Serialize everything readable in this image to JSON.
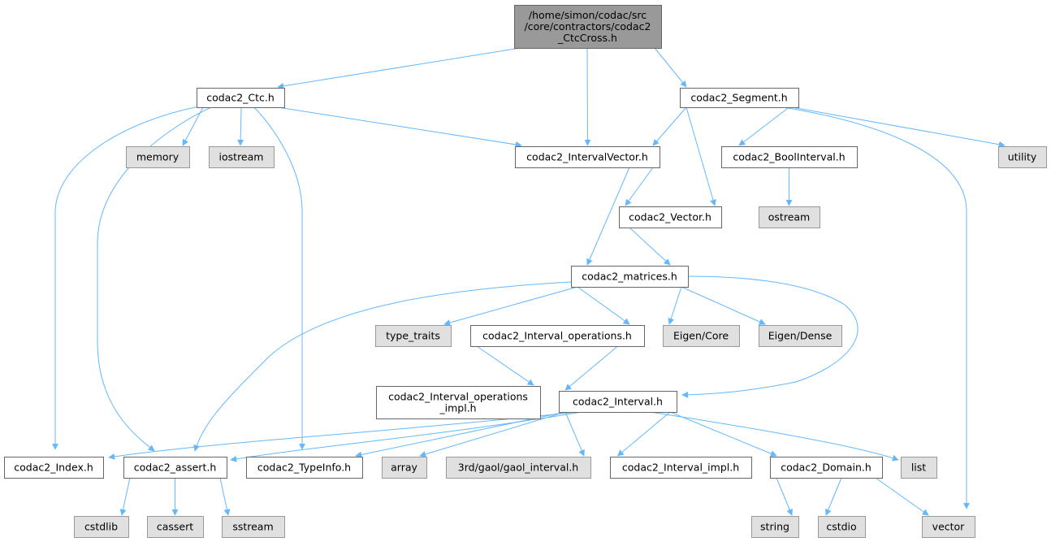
{
  "colors": {
    "focus_fill": "#999999",
    "focus_border": "#666666",
    "internal_fill": "#ffffff",
    "internal_border": "#666666",
    "external_fill": "#e0e0e0",
    "external_border": "#999999",
    "edge": "#63b8ff"
  },
  "nodes": [
    {
      "id": "root",
      "kind": "focus",
      "lines": [
        "/home/simon/codac/src",
        "/core/contractors/codac2",
        "_CtcCross.h"
      ]
    },
    {
      "id": "ctc",
      "kind": "internal",
      "lines": [
        "codac2_Ctc.h"
      ]
    },
    {
      "id": "segment",
      "kind": "internal",
      "lines": [
        "codac2_Segment.h"
      ]
    },
    {
      "id": "memory",
      "kind": "external",
      "lines": [
        "memory"
      ]
    },
    {
      "id": "iostream",
      "kind": "external",
      "lines": [
        "iostream"
      ]
    },
    {
      "id": "intervalvector",
      "kind": "internal",
      "lines": [
        "codac2_IntervalVector.h"
      ]
    },
    {
      "id": "boolinterval",
      "kind": "internal",
      "lines": [
        "codac2_BoolInterval.h"
      ]
    },
    {
      "id": "utility",
      "kind": "external",
      "lines": [
        "utility"
      ]
    },
    {
      "id": "ostream",
      "kind": "external",
      "lines": [
        "ostream"
      ]
    },
    {
      "id": "vectorh",
      "kind": "internal",
      "lines": [
        "codac2_Vector.h"
      ]
    },
    {
      "id": "matrices",
      "kind": "internal",
      "lines": [
        "codac2_matrices.h"
      ]
    },
    {
      "id": "type_traits",
      "kind": "external",
      "lines": [
        "type_traits"
      ]
    },
    {
      "id": "intervalops",
      "kind": "internal",
      "lines": [
        "codac2_Interval_operations.h"
      ]
    },
    {
      "id": "eigencore",
      "kind": "external",
      "lines": [
        "Eigen/Core"
      ]
    },
    {
      "id": "eigendense",
      "kind": "external",
      "lines": [
        "Eigen/Dense"
      ]
    },
    {
      "id": "intervalopsimpl",
      "kind": "internal",
      "lines": [
        "codac2_Interval_operations",
        "_impl.h"
      ]
    },
    {
      "id": "interval",
      "kind": "internal",
      "lines": [
        "codac2_Interval.h"
      ]
    },
    {
      "id": "index",
      "kind": "internal",
      "lines": [
        "codac2_Index.h"
      ]
    },
    {
      "id": "assert",
      "kind": "internal",
      "lines": [
        "codac2_assert.h"
      ]
    },
    {
      "id": "typeinfo",
      "kind": "internal",
      "lines": [
        "codac2_TypeInfo.h"
      ]
    },
    {
      "id": "array",
      "kind": "external",
      "lines": [
        "array"
      ]
    },
    {
      "id": "gaol",
      "kind": "external",
      "lines": [
        "3rd/gaol/gaol_interval.h"
      ]
    },
    {
      "id": "intervalimpl",
      "kind": "internal",
      "lines": [
        "codac2_Interval_impl.h"
      ]
    },
    {
      "id": "domain",
      "kind": "internal",
      "lines": [
        "codac2_Domain.h"
      ]
    },
    {
      "id": "list",
      "kind": "external",
      "lines": [
        "list"
      ]
    },
    {
      "id": "cstdlib",
      "kind": "external",
      "lines": [
        "cstdlib"
      ]
    },
    {
      "id": "cassert",
      "kind": "external",
      "lines": [
        "cassert"
      ]
    },
    {
      "id": "sstream",
      "kind": "external",
      "lines": [
        "sstream"
      ]
    },
    {
      "id": "string",
      "kind": "external",
      "lines": [
        "string"
      ]
    },
    {
      "id": "cstdio",
      "kind": "external",
      "lines": [
        "cstdio"
      ]
    },
    {
      "id": "vector",
      "kind": "external",
      "lines": [
        "vector"
      ]
    }
  ],
  "edges": [
    [
      "root",
      "ctc"
    ],
    [
      "root",
      "intervalvector"
    ],
    [
      "root",
      "segment"
    ],
    [
      "ctc",
      "memory"
    ],
    [
      "ctc",
      "iostream"
    ],
    [
      "ctc",
      "intervalvector"
    ],
    [
      "ctc",
      "index"
    ],
    [
      "ctc",
      "assert"
    ],
    [
      "ctc",
      "typeinfo"
    ],
    [
      "segment",
      "intervalvector"
    ],
    [
      "segment",
      "vectorh"
    ],
    [
      "segment",
      "boolinterval"
    ],
    [
      "segment",
      "utility"
    ],
    [
      "segment",
      "vector"
    ],
    [
      "boolinterval",
      "ostream"
    ],
    [
      "intervalvector",
      "vectorh"
    ],
    [
      "intervalvector",
      "matrices"
    ],
    [
      "vectorh",
      "matrices"
    ],
    [
      "matrices",
      "type_traits"
    ],
    [
      "matrices",
      "intervalops"
    ],
    [
      "matrices",
      "eigencore"
    ],
    [
      "matrices",
      "eigendense"
    ],
    [
      "matrices",
      "interval"
    ],
    [
      "matrices",
      "assert"
    ],
    [
      "intervalops",
      "intervalopsimpl"
    ],
    [
      "intervalops",
      "interval"
    ],
    [
      "interval",
      "index"
    ],
    [
      "interval",
      "assert"
    ],
    [
      "interval",
      "typeinfo"
    ],
    [
      "interval",
      "array"
    ],
    [
      "interval",
      "gaol"
    ],
    [
      "interval",
      "intervalimpl"
    ],
    [
      "interval",
      "domain"
    ],
    [
      "interval",
      "list"
    ],
    [
      "assert",
      "cstdlib"
    ],
    [
      "assert",
      "cassert"
    ],
    [
      "assert",
      "sstream"
    ],
    [
      "domain",
      "string"
    ],
    [
      "domain",
      "cstdio"
    ],
    [
      "domain",
      "vector"
    ]
  ]
}
